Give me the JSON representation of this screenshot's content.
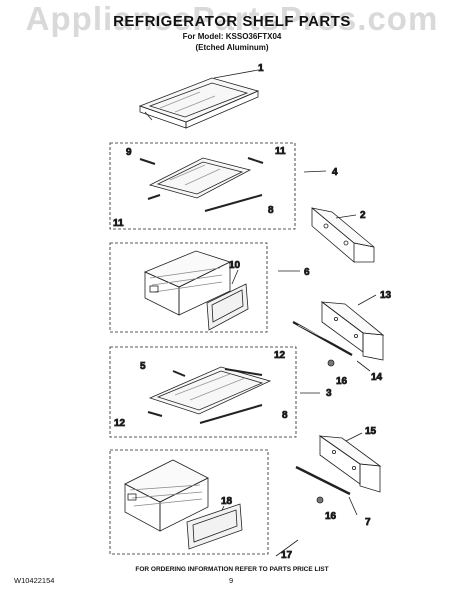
{
  "watermark": "AppliancePartsPros.com",
  "header": {
    "title": "REFRIGERATOR SHELF PARTS",
    "model_line": "For Model: KSSO36FTX04",
    "variant_line": "(Etched Aluminum)"
  },
  "callouts": [
    {
      "id": "c1",
      "label": "1"
    },
    {
      "id": "c2",
      "label": "2"
    },
    {
      "id": "c3",
      "label": "3"
    },
    {
      "id": "c4",
      "label": "4"
    },
    {
      "id": "c5",
      "label": "5"
    },
    {
      "id": "c6",
      "label": "6"
    },
    {
      "id": "c7",
      "label": "7"
    },
    {
      "id": "c8a",
      "label": "8"
    },
    {
      "id": "c8b",
      "label": "8"
    },
    {
      "id": "c9",
      "label": "9"
    },
    {
      "id": "c10",
      "label": "10"
    },
    {
      "id": "c11a",
      "label": "11"
    },
    {
      "id": "c11b",
      "label": "11"
    },
    {
      "id": "c12a",
      "label": "12"
    },
    {
      "id": "c12b",
      "label": "12"
    },
    {
      "id": "c13",
      "label": "13"
    },
    {
      "id": "c14",
      "label": "14"
    },
    {
      "id": "c15",
      "label": "15"
    },
    {
      "id": "c16a",
      "label": "16"
    },
    {
      "id": "c16b",
      "label": "16"
    },
    {
      "id": "c17",
      "label": "17"
    },
    {
      "id": "c18",
      "label": "18"
    }
  ],
  "footer": {
    "doc_number": "W10422154",
    "page_number": "9",
    "order_note": "FOR ORDERING INFORMATION REFER TO PARTS PRICE LIST"
  }
}
